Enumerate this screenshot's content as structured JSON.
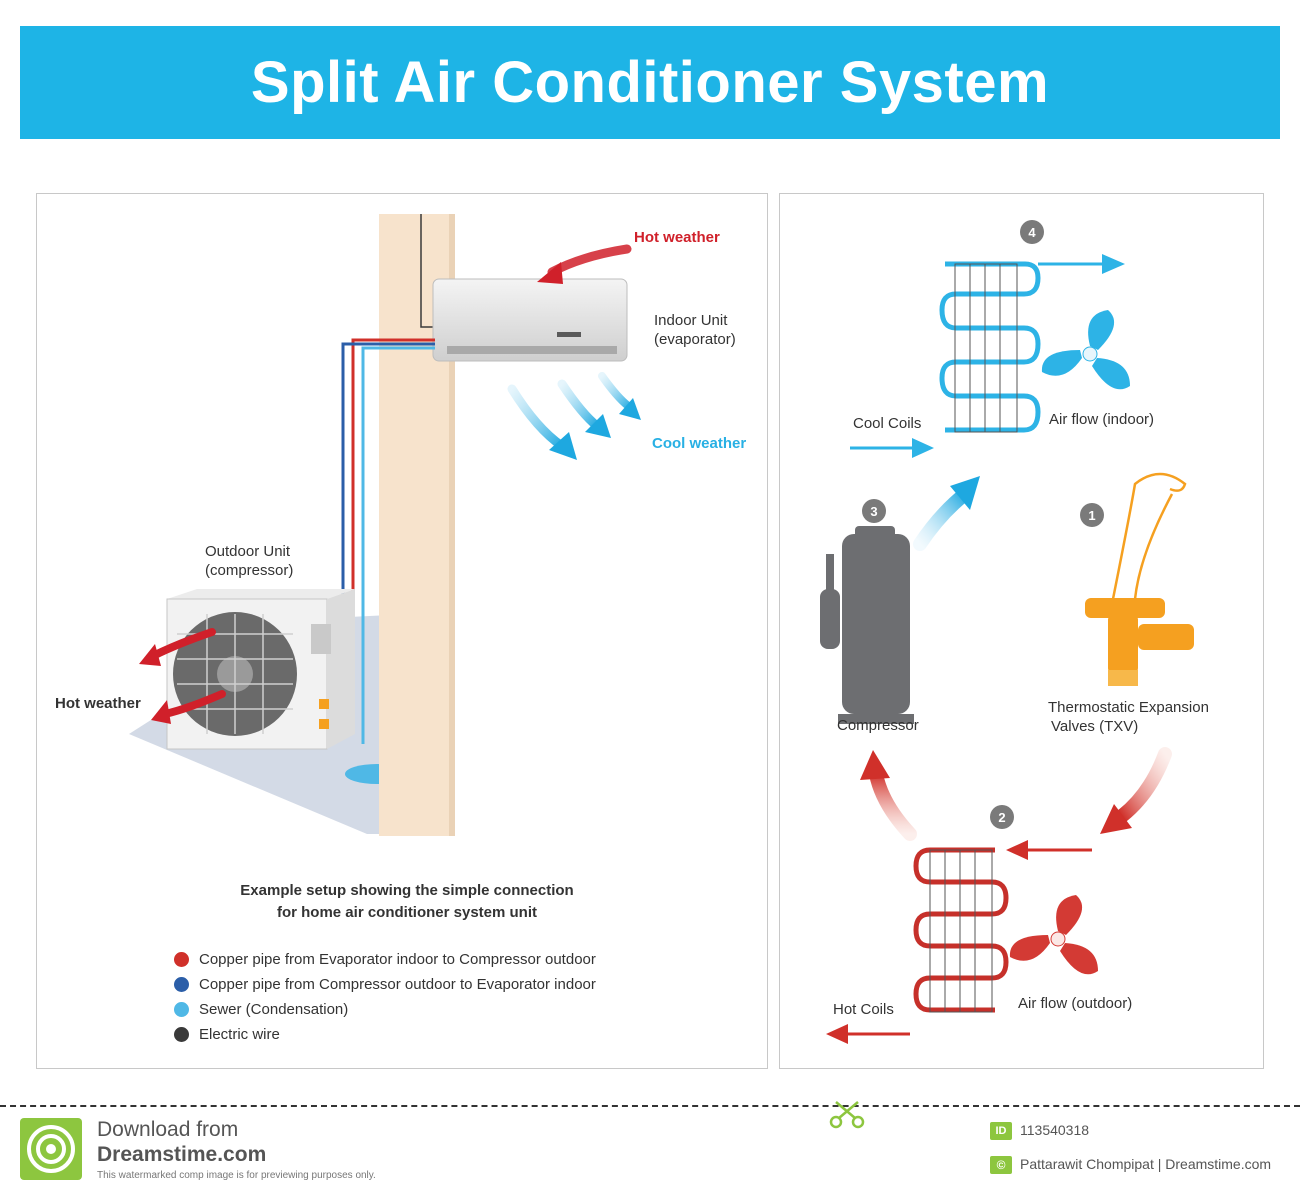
{
  "title": "Split Air Conditioner System",
  "left": {
    "hot_weather_top": "Hot weather",
    "indoor_unit_line1": "Indoor Unit",
    "indoor_unit_line2": "(evaporator)",
    "cool_weather": "Cool weather",
    "outdoor_unit_line1": "Outdoor Unit",
    "outdoor_unit_line2": "(compressor)",
    "hot_weather_left": "Hot weather",
    "caption_line1": "Example setup showing the simple connection",
    "caption_line2": "for home air conditioner system unit",
    "legend": [
      {
        "label": "Copper pipe from Evaporator indoor to Compressor outdoor",
        "color": "#d0302a"
      },
      {
        "label": "Copper pipe from Compressor outdoor to Evaporator indoor",
        "color": "#2b5ea8"
      },
      {
        "label": "Sewer (Condensation)",
        "color": "#4fb8e6"
      },
      {
        "label": "Electric wire",
        "color": "#3a3a3a"
      }
    ]
  },
  "right": {
    "steps": [
      "1",
      "2",
      "3",
      "4"
    ],
    "cool_coils": "Cool Coils",
    "air_flow_indoor": "Air flow (indoor)",
    "compressor": "Compressor",
    "txv_line1": "Thermostatic Expansion",
    "txv_line2": "Valves (TXV)",
    "hot_coils": "Hot Coils",
    "air_flow_outdoor": "Air flow (outdoor)"
  },
  "footer": {
    "download_from": "Download from",
    "site": "Dreamstime.com",
    "notice": "This watermarked comp image is for previewing purposes only.",
    "id_badge": "ID",
    "id_number": "113540318",
    "credit_badge": "©",
    "credit": "Pattarawit Chompipat | Dreamstime.com"
  },
  "colors": {
    "banner": "#1eb4e6",
    "hot": "#d0202a",
    "cool": "#28b0e4",
    "txv": "#f5a020",
    "compressor": "#6d6e71"
  }
}
